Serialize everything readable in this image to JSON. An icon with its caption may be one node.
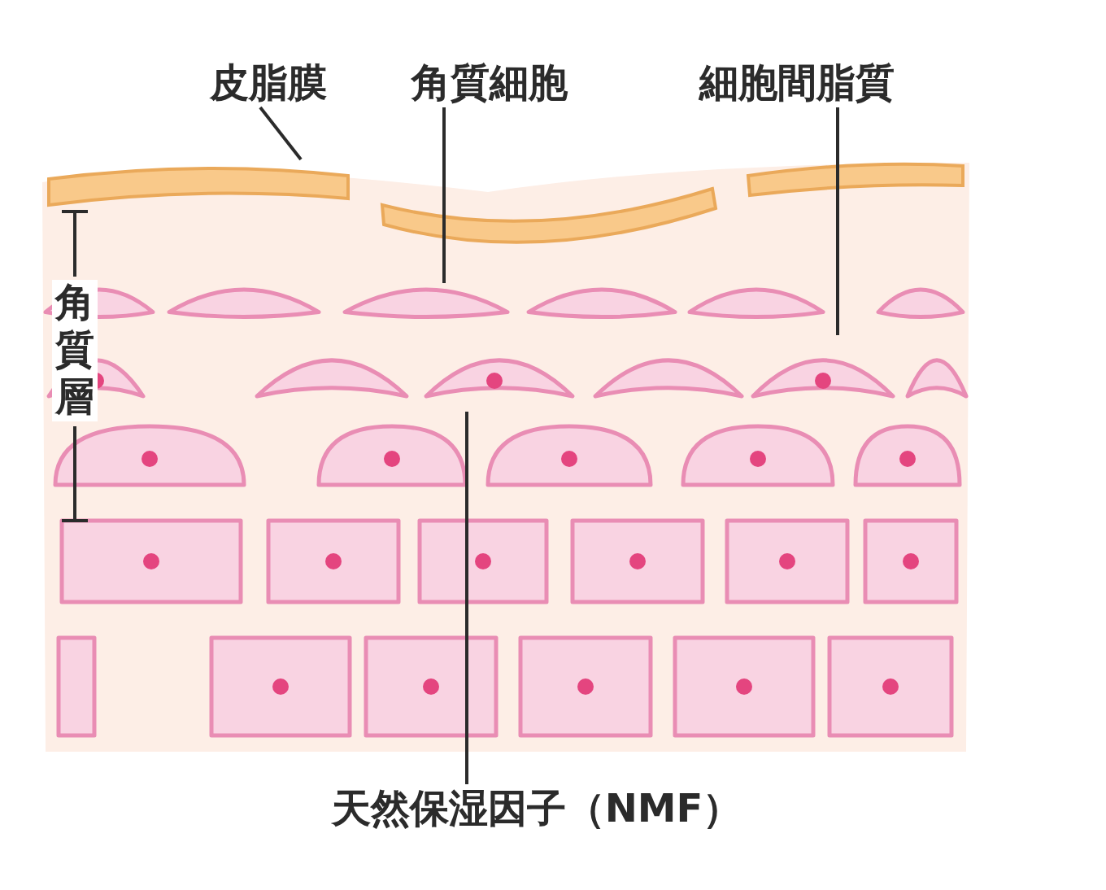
{
  "diagram": {
    "nodes": [
      {
        "text": [
          "皮脂膜"
        ]
      },
      {
        "text": [
          "角質細胞"
        ]
      },
      {
        "text": [
          "細胞間脂質"
        ]
      },
      {
        "text": [
          "天然保湿因子（NMF）"
        ]
      },
      {
        "text": [],
        "shape": "picture"
      },
      {
        "text": [],
        "shape": "picture"
      },
      {
        "text": [],
        "shape": "picture"
      }
    ],
    "edges": [
      {
        "from": 0,
        "to": 4,
        "arrow": "none"
      },
      {
        "from": 1,
        "to": 5,
        "arrow": "none"
      },
      {
        "from": 2,
        "to": null,
        "arrow": "none"
      },
      {
        "from": 3,
        "to": 6,
        "arrow": "none"
      }
    ],
    "labels": [
      "角質層"
    ]
  }
}
